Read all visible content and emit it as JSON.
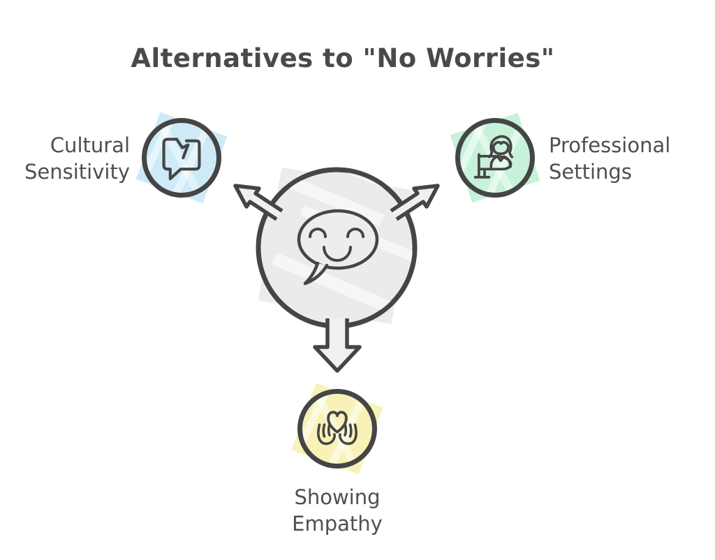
{
  "title": "Alternatives to \"No Worries\"",
  "center": {
    "icon": "smiley-speech-bubble-icon",
    "fill_color": "#ebebeb",
    "outline_color": "#454545",
    "arrows": [
      "up-left",
      "up-right",
      "down"
    ]
  },
  "nodes": [
    {
      "id": "cultural-sensitivity",
      "label_line1": "Cultural",
      "label_line2": "Sensitivity",
      "color": "#cdeaf7",
      "icon": "broken-speech-bubble-icon",
      "position": "upper-left"
    },
    {
      "id": "professional-settings",
      "label_line1": "Professional",
      "label_line2": "Settings",
      "color": "#c8f1d9",
      "icon": "receptionist-at-desk-icon",
      "position": "upper-right"
    },
    {
      "id": "showing-empathy",
      "label_line1": "Showing",
      "label_line2": "Empathy",
      "color": "#f8f2b9",
      "icon": "hands-holding-heart-icon",
      "position": "bottom"
    }
  ],
  "colors": {
    "ink": "#454545",
    "text": "#4f4f4f",
    "title_text": "#4a4a4a",
    "background": "#ffffff",
    "center_fill": "#ebebeb",
    "blue": "#cdeaf7",
    "green": "#c8f1d9",
    "yellow": "#f8f2b9"
  }
}
